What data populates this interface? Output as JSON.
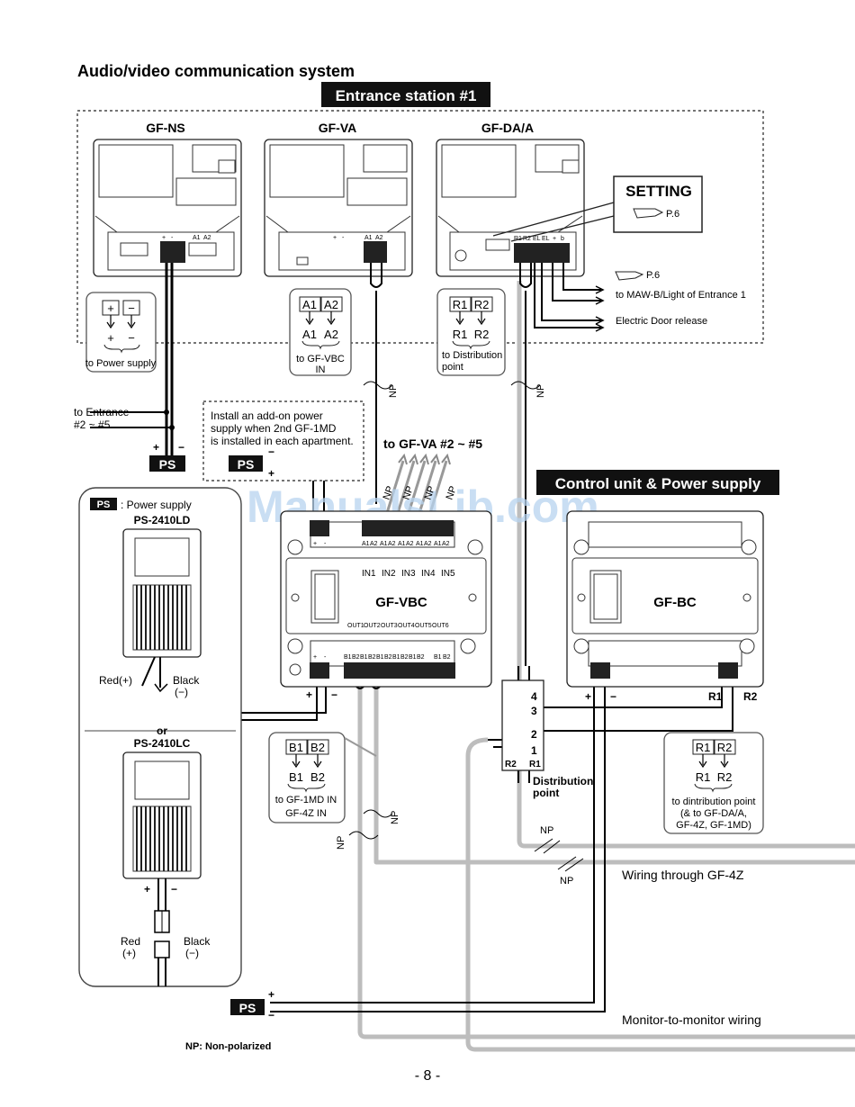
{
  "page": {
    "heading": "Audio/video communication system",
    "page_number": "- 8 -",
    "footnote": "NP: Non-polarized",
    "watermark": "ManualsLib.com"
  },
  "entrance": {
    "banner": "Entrance station #1",
    "models": [
      "GF-NS",
      "GF-VA",
      "GF-DA/A"
    ],
    "setting_label": "SETTING",
    "setting_ref": "P.6",
    "ref_p6": "P.6",
    "to_maw": "to MAW-B/Light of Entrance 1",
    "door_release": "Electric Door release",
    "terminals_ns": [
      "+",
      "-",
      "A1",
      "A2"
    ],
    "terminals_va": [
      "+",
      "-",
      "A1",
      "A2"
    ],
    "terminals_da": [
      "R1",
      "R2",
      "EL",
      "EL",
      "+",
      "b"
    ],
    "callout_ns": {
      "boxes": [
        "+",
        "−"
      ],
      "labels": [
        "+",
        "−"
      ],
      "caption": "to Power supply"
    },
    "callout_va": {
      "boxes": [
        "A1",
        "A2"
      ],
      "labels": [
        "A1",
        "A2"
      ],
      "caption1": "to GF-VBC",
      "caption2": "IN"
    },
    "callout_da": {
      "boxes": [
        "R1",
        "R2"
      ],
      "labels": [
        "R1",
        "R2"
      ],
      "caption1": "to Distribution",
      "caption2": "point"
    }
  },
  "left": {
    "to_entrance1": "to Entrance",
    "to_entrance2": "#2 ~ #5",
    "ps_label": "PS",
    "plus": "+",
    "minus": "−"
  },
  "addon": {
    "note1": "Install an add-on power",
    "note2": "supply when 2nd GF-1MD",
    "note3": "is installed in each apartment.",
    "ps_label": "PS",
    "minus": "−",
    "plus": "+"
  },
  "vbc": {
    "to_va": "to GF-VA #2 ~ #5",
    "name": "GF-VBC",
    "inputs": [
      "IN1",
      "IN2",
      "IN3",
      "IN4",
      "IN5"
    ],
    "outputs": [
      "OUT1",
      "OUT2",
      "OUT3",
      "OUT4",
      "OUT5",
      "OUT6"
    ],
    "top_terms": [
      "+",
      "-",
      "A1",
      "A2",
      "A1",
      "A2",
      "A1",
      "A2",
      "A1",
      "A2",
      "A1",
      "A2"
    ],
    "bottom_terms": [
      "+",
      "-",
      "B1",
      "B2",
      "B1",
      "B2",
      "B1",
      "B2",
      "B1",
      "B2",
      "B1",
      "B2",
      "B1",
      "B2"
    ],
    "plus": "+",
    "minus": "−",
    "np": "NP",
    "callout": {
      "boxes": [
        "B1",
        "B2"
      ],
      "labels": [
        "B1",
        "B2"
      ],
      "caption1": "to GF-1MD IN",
      "caption2": "GF-4Z IN"
    }
  },
  "control": {
    "banner": "Control unit & Power supply",
    "name": "GF-BC",
    "plus": "+",
    "minus": "−",
    "r1": "R1",
    "r2": "R2",
    "callout": {
      "boxes": [
        "R1",
        "R2"
      ],
      "labels": [
        "R1",
        "R2"
      ],
      "caption1": "to dintribution point",
      "caption2": "(& to GF-DA/A,",
      "caption3": "GF-4Z, GF-1MD)"
    }
  },
  "distribution": {
    "terminals": [
      "4",
      "3",
      "2",
      "1"
    ],
    "r2": "R2",
    "r1": "R1",
    "label1": "Distribution",
    "label2": "point"
  },
  "ps_panel": {
    "badge": "PS",
    "title": ": Power supply",
    "model1": "PS-2410LD",
    "red": "Red(+)",
    "black": "Black",
    "black_sign": "(−)",
    "or": "or",
    "model2": "PS-2410LC",
    "plus": "+",
    "minus": "−",
    "red2": "Red",
    "red2_sign": "(+)",
    "black2": "Black",
    "black2_sign": "(−)"
  },
  "bottom": {
    "ps_label": "PS",
    "plus": "+",
    "minus": "−",
    "wiring_4z": "Wiring through GF-4Z",
    "monitor_wiring": "Monitor-to-monitor wiring",
    "np": "NP"
  }
}
